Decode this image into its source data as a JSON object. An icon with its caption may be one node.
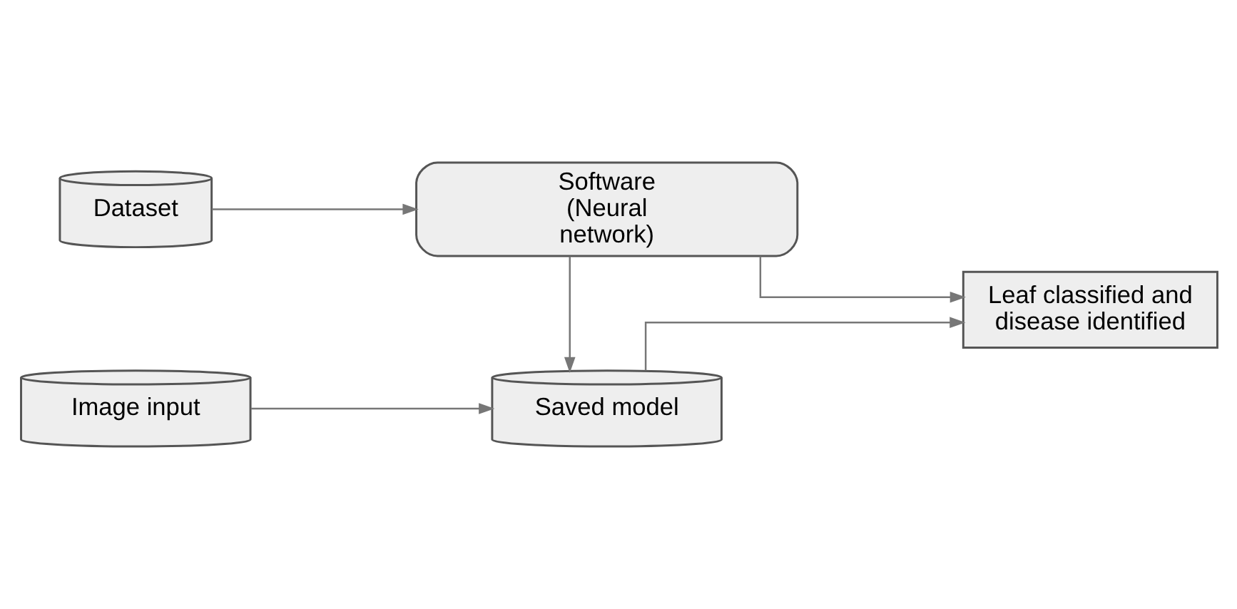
{
  "diagram": {
    "nodes": [
      {
        "text": [
          "Image input"
        ]
      },
      {
        "text": [
          "Saved model"
        ]
      },
      {
        "text": [
          "Leaf classified and disease identified"
        ]
      },
      {
        "text": [
          "Dataset"
        ]
      },
      {
        "text": [
          "Software (Neural network)"
        ]
      }
    ],
    "edges": [
      {
        "from": 0,
        "to": 1,
        "arrow": "to"
      },
      {
        "from": 1,
        "to": 2,
        "arrow": "to"
      },
      {
        "from": 3,
        "to": 4,
        "arrow": "to"
      },
      {
        "from": 4,
        "to": 1,
        "arrow": "to"
      },
      {
        "from": 4,
        "to": 2,
        "arrow": "to"
      }
    ]
  }
}
